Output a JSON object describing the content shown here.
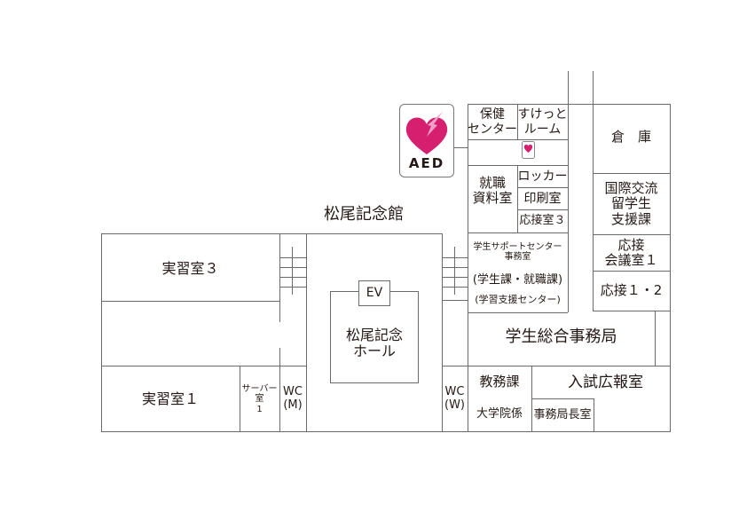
{
  "building_title": "松尾記念館",
  "aed": {
    "label": "AED",
    "color": "#d6206f",
    "bolt_color": "#f0a0c8"
  },
  "rooms": {
    "jisshu3": "実習室３",
    "jisshu1": "実習室１",
    "server": "サーバー室\n1",
    "wc_m": "WC\n(M)",
    "wc_w": "WC\n(W)",
    "ev": "EV",
    "hall": "松尾記念\nホール",
    "hoken": "保健\nセンター",
    "suketto": "すけっと\nルーム",
    "shushoku_shiryo": "就職\n資料室",
    "locker": "ロッカー",
    "insatsu": "印刷室",
    "ousetsu3": "応接室３",
    "support_title": "学生サポートセンター\n事務室",
    "support_sub1": "(学生課・就職課)",
    "support_sub2": "(学習支援センター)",
    "souko": "倉　庫",
    "kokusai": "国際交流\n留学生\n支援課",
    "kaigi1": "応接\n会議室１",
    "ousetsu12": "応接１・2",
    "sogo": "学生総合事務局",
    "kyomu": "教務課",
    "daigakuin": "大学院係",
    "nyushi": "入試広報室",
    "jimukyokucho": "事務局長室"
  }
}
